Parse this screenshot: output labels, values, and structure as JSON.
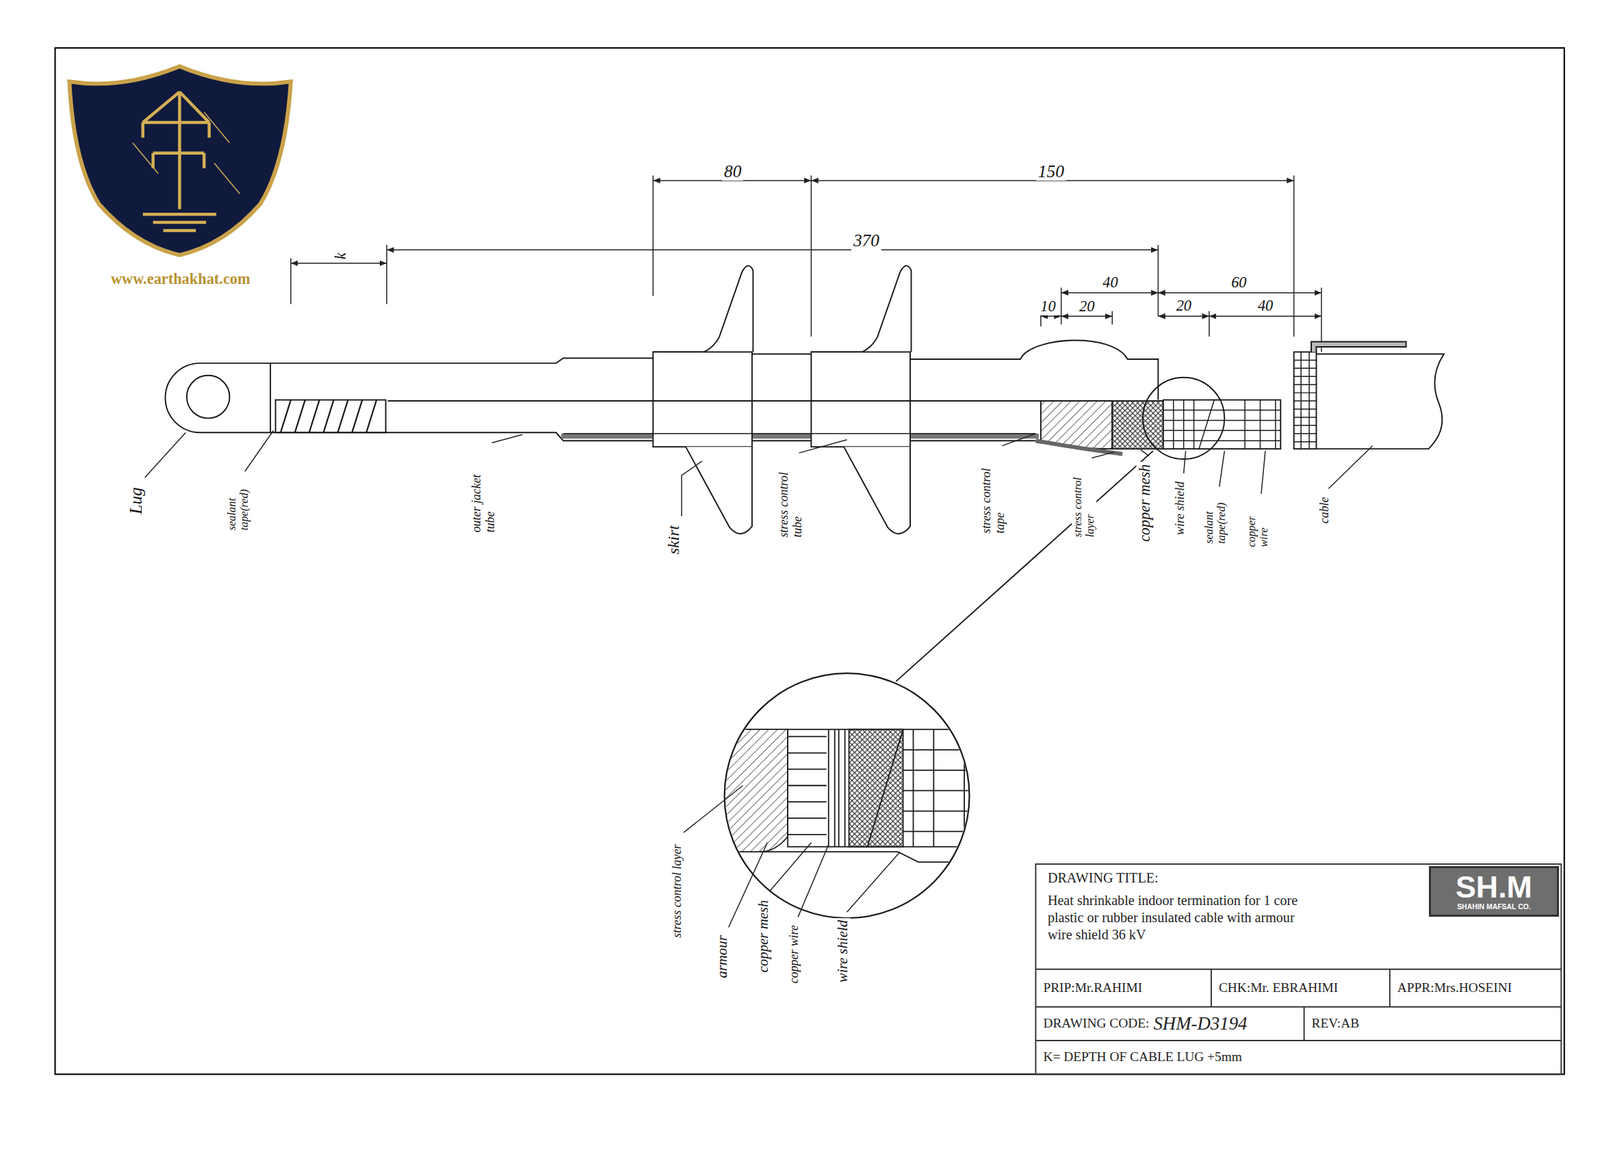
{
  "diagram": {
    "nodes": [
      {
        "text": [
          "DRAWING TITLE:",
          "Heat shrinkable indoor termination for 1 core plastic or rubber insulated cable with armour wire shield 36 kV"
        ]
      },
      {
        "text": [
          "SH.M",
          "SHAHIN MAFSAL CO."
        ]
      },
      {
        "text": [
          "PRIP:Mr.RAHIMI"
        ]
      },
      {
        "text": [
          "CHK:Mr. EBRAHIMI"
        ]
      },
      {
        "text": [
          "APPR:Mrs.HOSEINI"
        ]
      },
      {
        "text": [
          "DRAWING CODE:",
          "SHM-D3194"
        ]
      },
      {
        "text": [
          "REV:AB"
        ]
      },
      {
        "text": [
          "K= DEPTH OF CABLE LUG +5mm"
        ]
      }
    ],
    "labels": [
      "www.earthakhat.com",
      "80",
      "150",
      "370",
      "k",
      "40",
      "60",
      "10",
      "20",
      "20",
      "40",
      "Lug",
      "sealant tape(red)",
      "outer jacket tube",
      "skirt",
      "stress control tube",
      "stress control tape",
      "stress control layer",
      "copper mesh",
      "wire shield",
      "sealant tape(red)",
      "copper wire",
      "cable",
      "stress control layer",
      "armour",
      "copper mesh",
      "copper wire",
      "wire shield"
    ]
  }
}
